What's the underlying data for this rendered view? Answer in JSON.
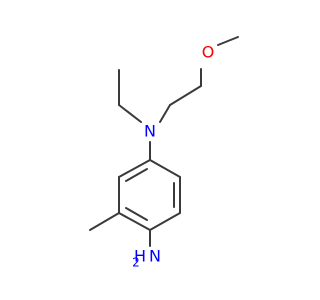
{
  "molecule": {
    "atoms": {
      "oxygen": "O",
      "nitrogen_tertiary": "N",
      "amine_h": "H",
      "amine_n": "N",
      "amine_h2_count": "2"
    },
    "colors": {
      "oxygen": "#ff0000",
      "nitrogen": "#0000ff",
      "bond": "#3a3a3a",
      "background": "#ffffff"
    }
  }
}
